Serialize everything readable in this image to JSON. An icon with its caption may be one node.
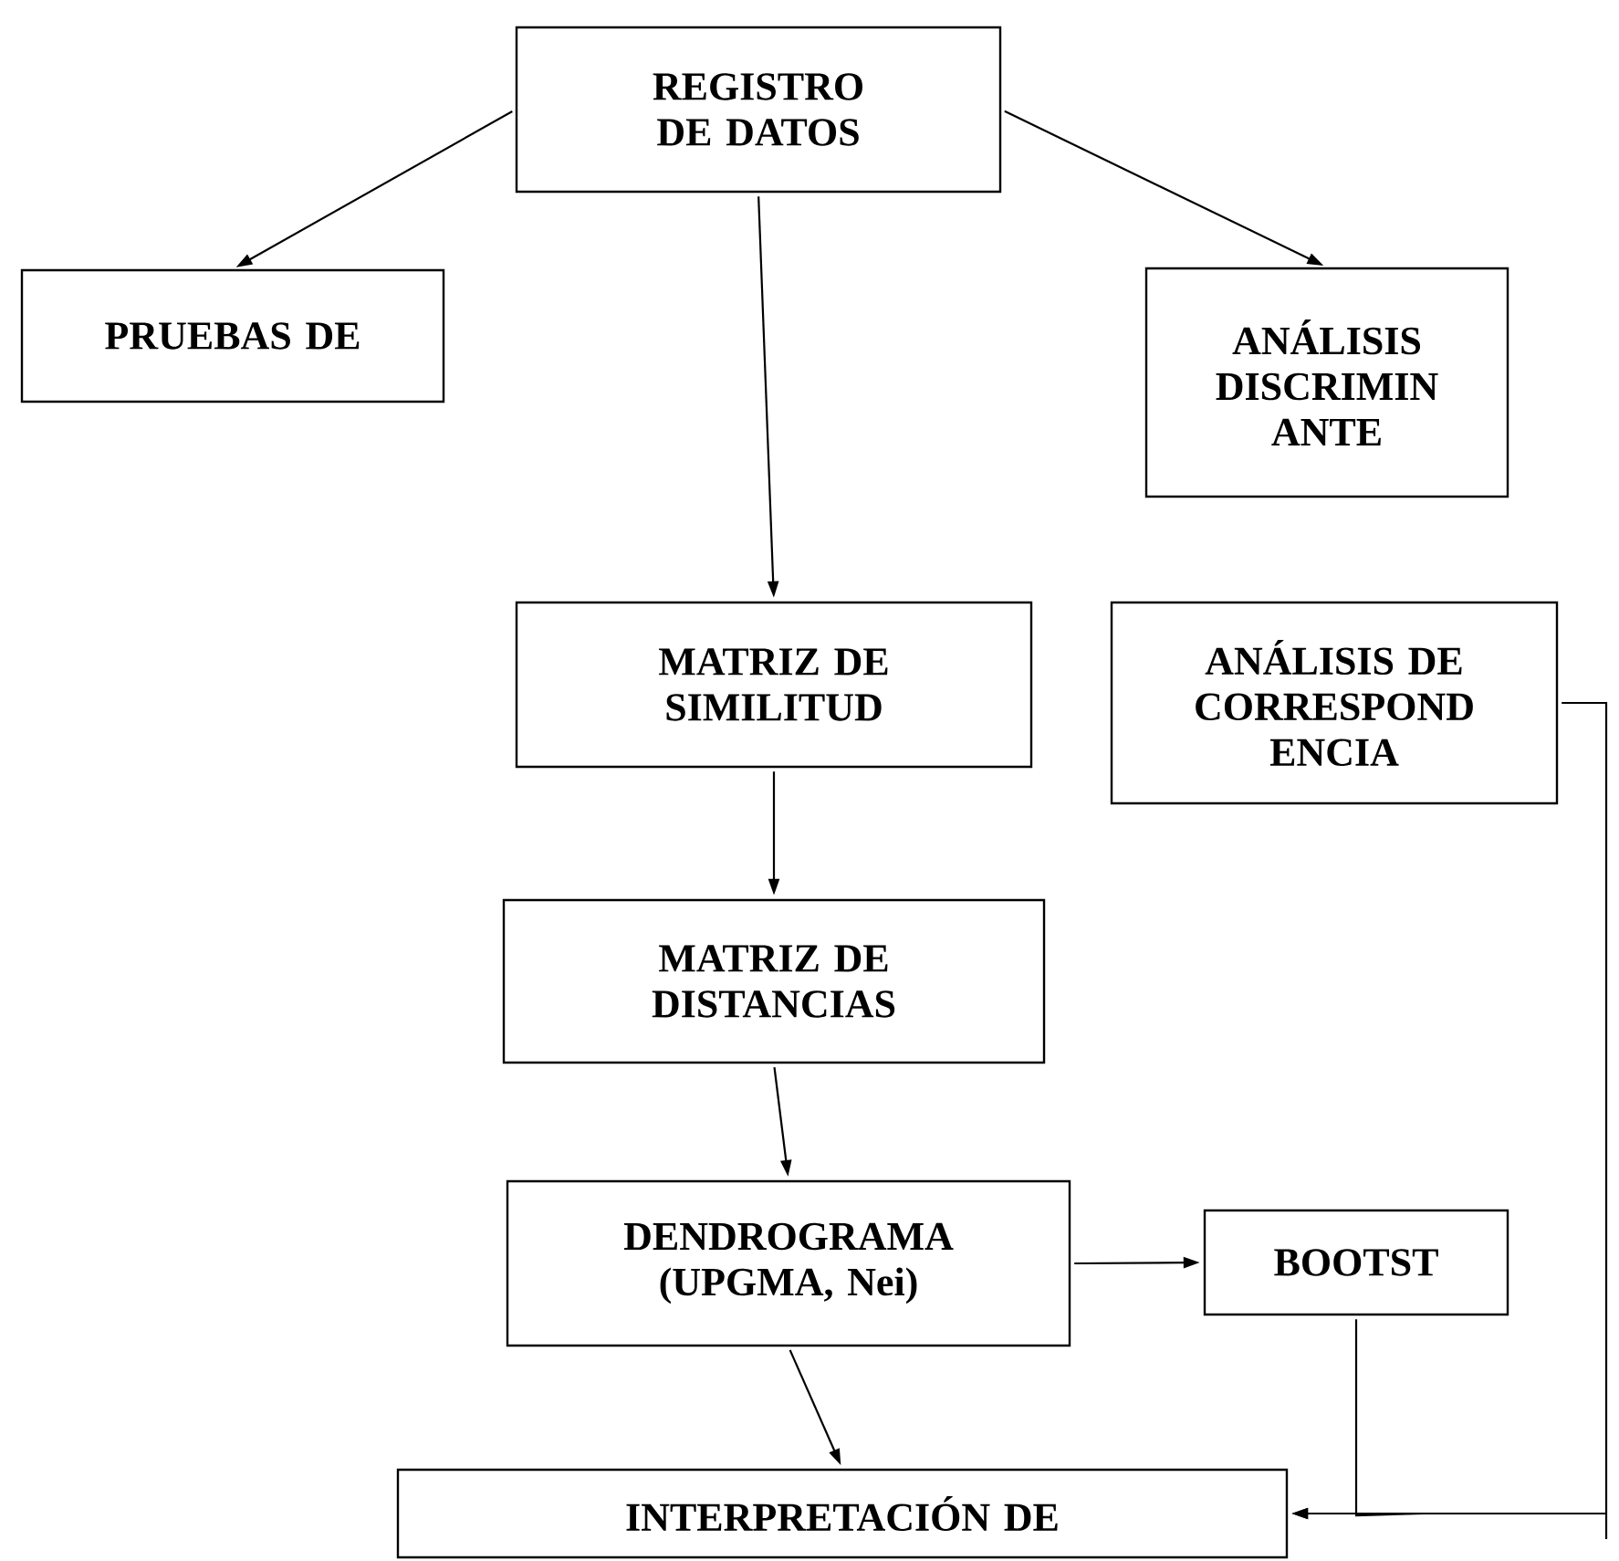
{
  "diagram": {
    "nodes": [
      {
        "text": [
          "REGISTRO DE DATOS"
        ]
      },
      {
        "text": [
          "PRUEBAS DE"
        ]
      },
      {
        "text": [
          "ANÁLISIS DISCRIMIN ANTE"
        ]
      },
      {
        "text": [
          "MATRIZ DE SIMILITUD"
        ]
      },
      {
        "text": [
          "ANÁLISIS DE CORRESPOND ENCIA"
        ]
      },
      {
        "text": [
          "MATRIZ DE DISTANCIAS"
        ]
      },
      {
        "text": [
          "DENDROGRAMA (UPGMA, Nei)"
        ]
      },
      {
        "text": [
          "BOOTST"
        ]
      },
      {
        "text": [
          "INTERPRETACIÓN DE"
        ]
      }
    ],
    "edges": [
      {
        "from": 0,
        "to": 1,
        "arrow": "to"
      },
      {
        "from": 0,
        "to": 2,
        "arrow": "to"
      },
      {
        "from": 0,
        "to": 3,
        "arrow": "to"
      },
      {
        "from": 3,
        "to": 5,
        "arrow": "to"
      },
      {
        "from": 5,
        "to": 6,
        "arrow": "to"
      },
      {
        "from": 6,
        "to": 7,
        "arrow": "to"
      },
      {
        "from": 6,
        "to": 8,
        "arrow": "to"
      },
      {
        "from": 7,
        "to": 8,
        "arrow": "to"
      },
      {
        "from": 4,
        "to": 8,
        "arrow": "to"
      }
    ]
  }
}
